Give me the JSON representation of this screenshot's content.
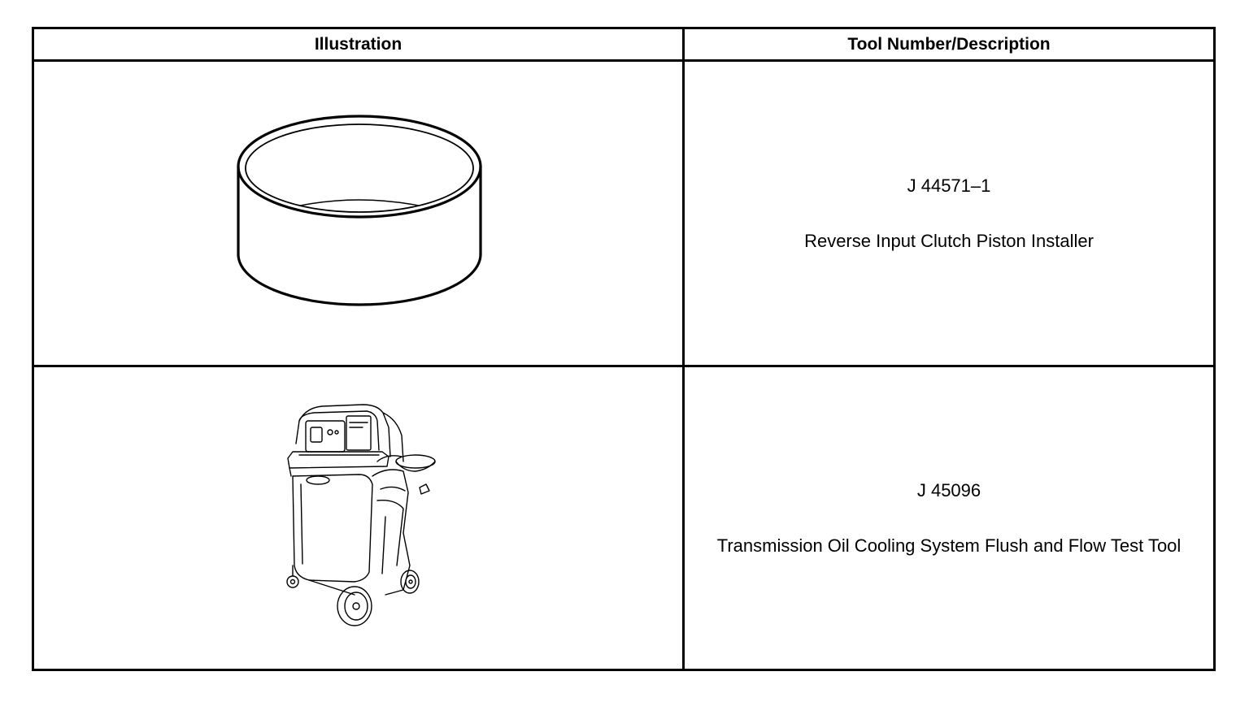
{
  "headers": {
    "illustration": "Illustration",
    "description": "Tool Number/Description"
  },
  "tools": [
    {
      "number": "J 44571–1",
      "description": "Reverse Input Clutch Piston Installer",
      "illustration_icon": "ring-installer-icon"
    },
    {
      "number": "J 45096",
      "description": "Transmission Oil Cooling System Flush and Flow Test Tool",
      "illustration_icon": "flush-cart-icon"
    }
  ]
}
